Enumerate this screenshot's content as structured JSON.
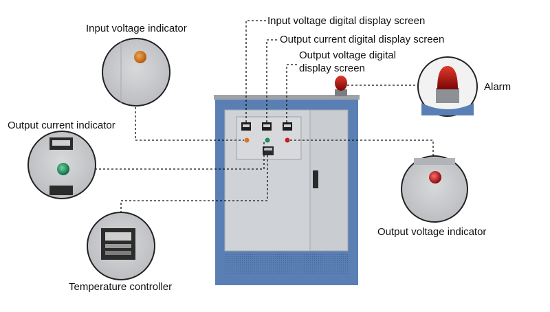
{
  "labels": {
    "input_voltage_indicator": "Input voltage indicator",
    "input_voltage_display": "Input voltage digital display screen",
    "output_current_display": "Output current digital display screen",
    "output_voltage_display_line1": "Output voltage digital",
    "output_voltage_display_line2": "display screen",
    "alarm": "Alarm",
    "output_current_indicator": "Output current indicator",
    "output_voltage_indicator": "Output voltage indicator",
    "temperature_controller": "Temperature controller"
  },
  "colors": {
    "cabinet_frame": "#5a7fb4",
    "cabinet_panel": "#cfd2d6",
    "leader_line": "#111111",
    "indicator_orange": "#d9761c",
    "indicator_green": "#1f8a5a",
    "indicator_red": "#c81e1e",
    "alarm_red": "#b01010"
  }
}
